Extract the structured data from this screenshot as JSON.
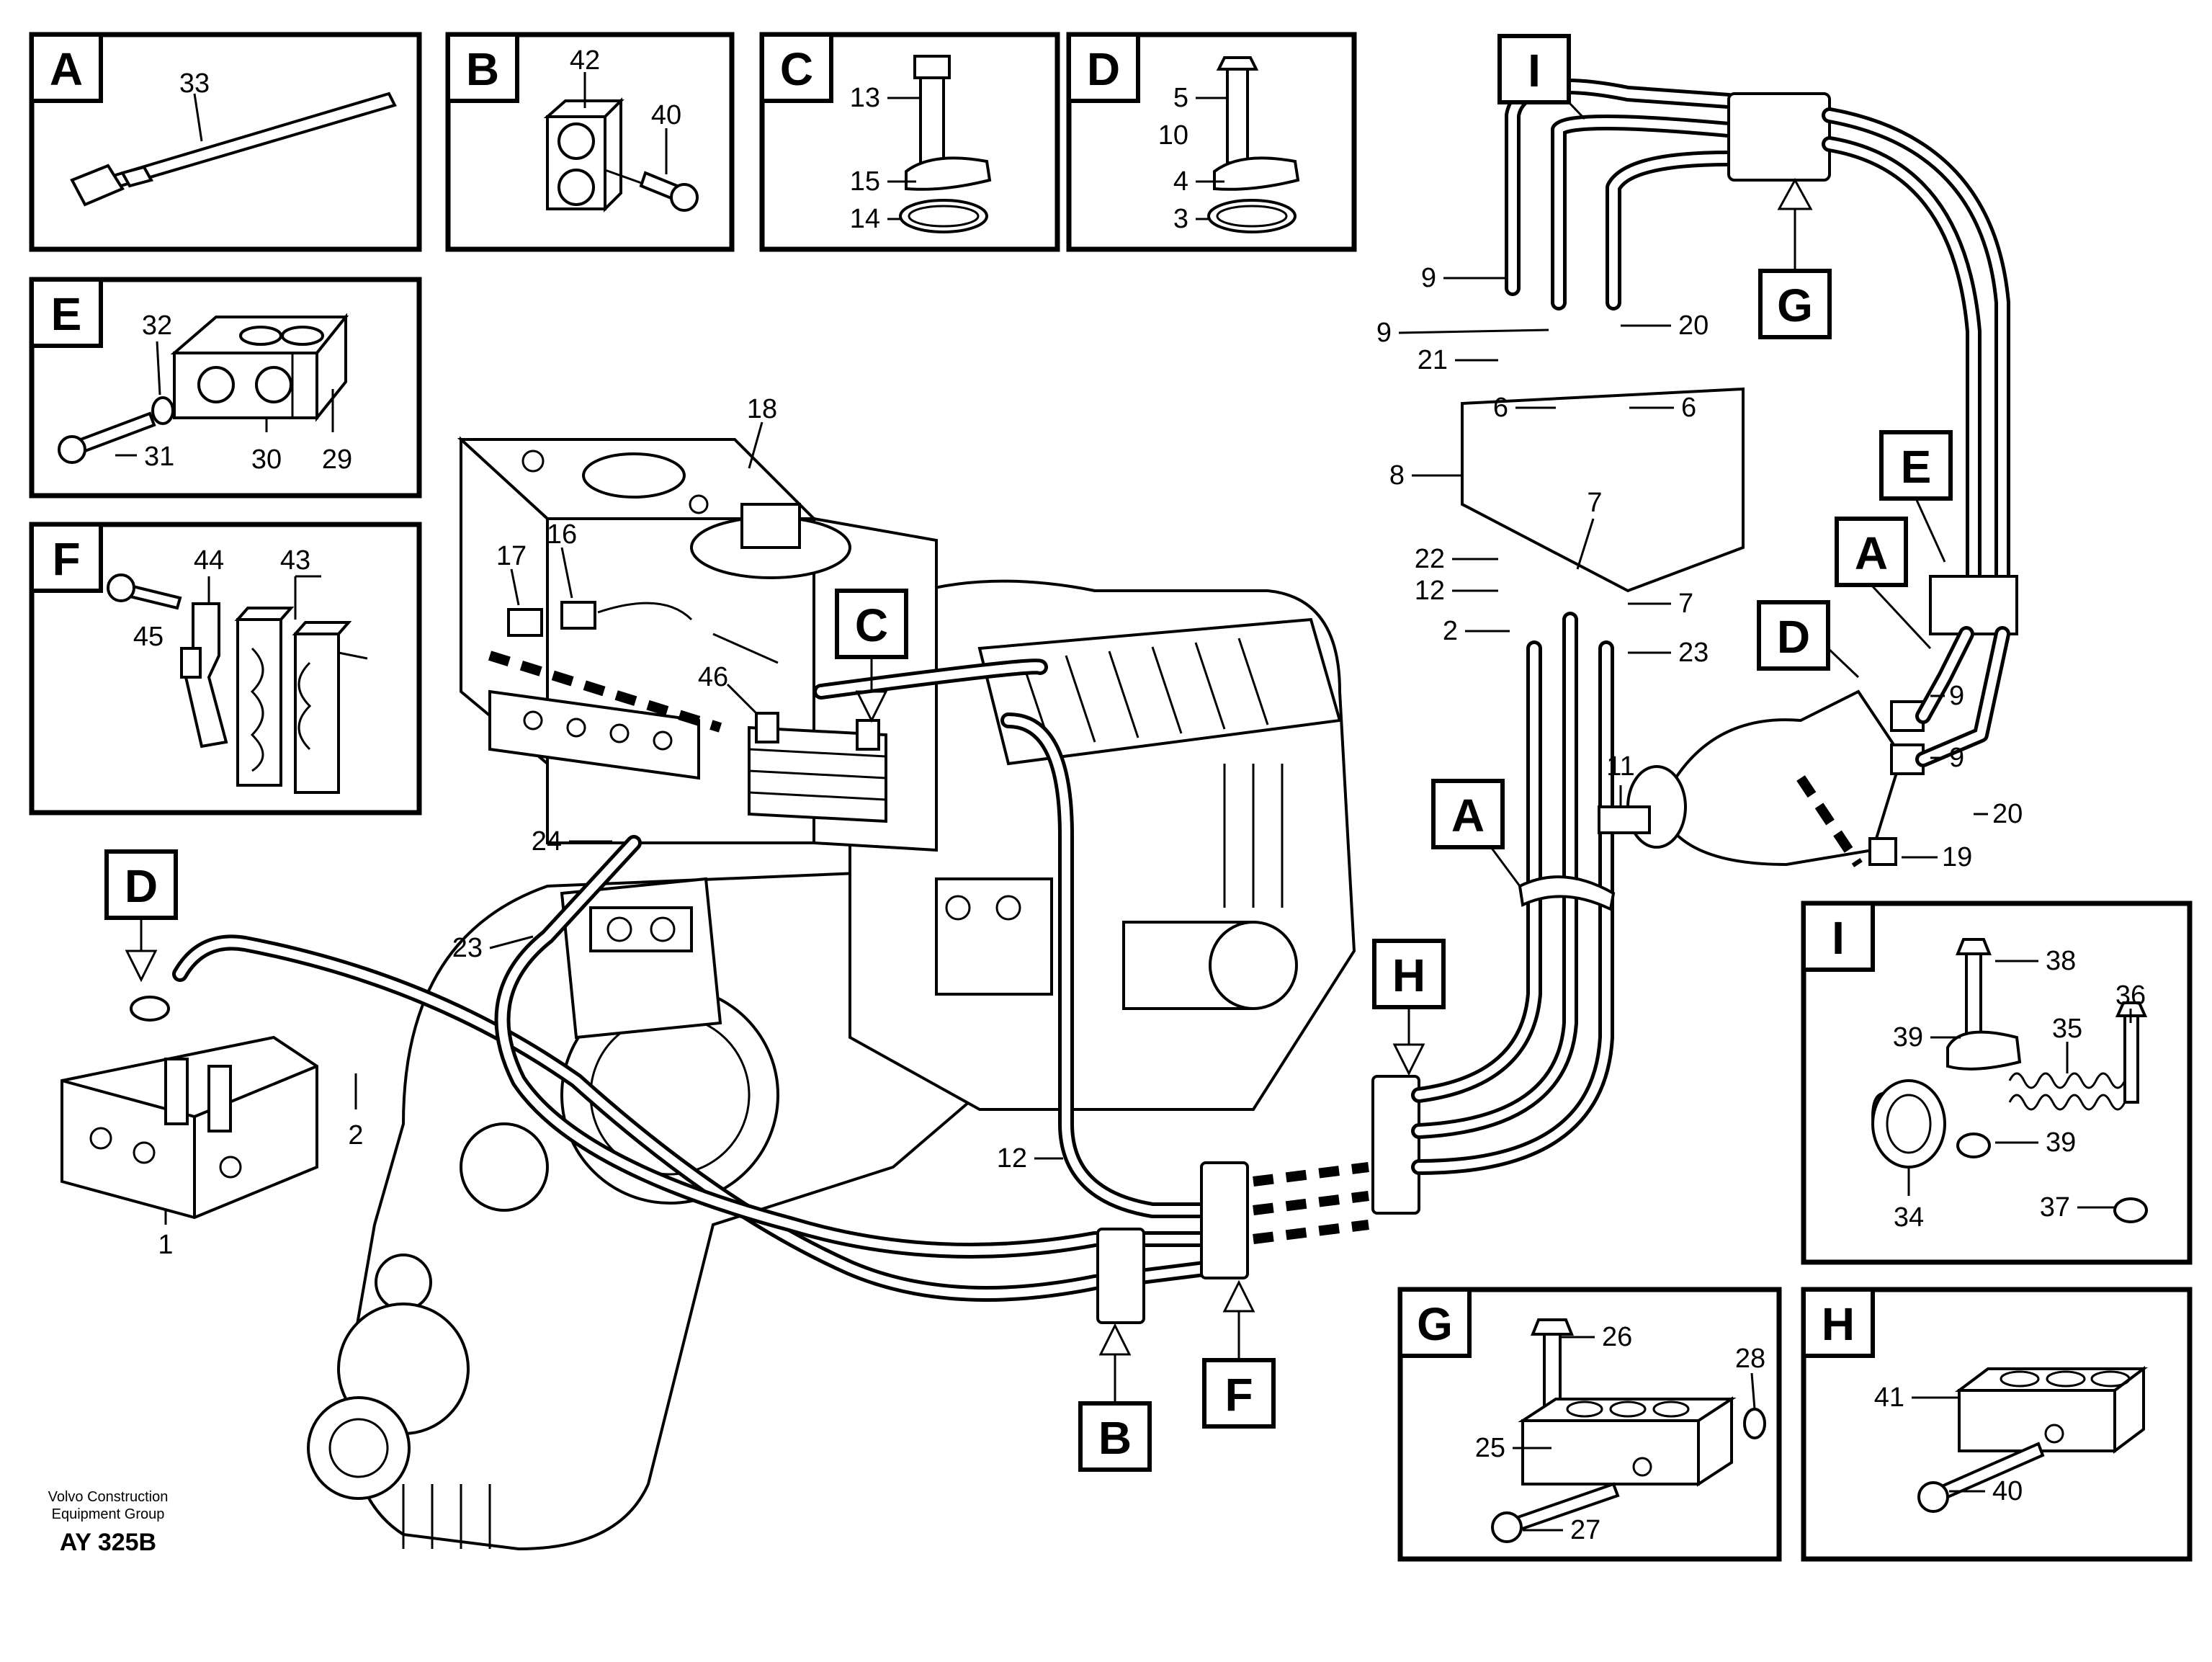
{
  "boxes": {
    "A": {
      "letter": "A",
      "labels": [
        "33"
      ]
    },
    "B": {
      "letter": "B",
      "labels": [
        "42",
        "40"
      ]
    },
    "C": {
      "letter": "C",
      "labels": [
        "13",
        "15",
        "14"
      ]
    },
    "D": {
      "letter": "D",
      "labels": [
        "5",
        "10",
        "4",
        "3"
      ]
    },
    "E": {
      "letter": "E",
      "labels": [
        "32",
        "31",
        "30",
        "29"
      ]
    },
    "F": {
      "letter": "F",
      "labels": [
        "44",
        "43",
        "45"
      ]
    },
    "G": {
      "letter": "G",
      "labels": [
        "26",
        "28",
        "25",
        "27"
      ]
    },
    "H": {
      "letter": "H",
      "labels": [
        "41",
        "40"
      ]
    },
    "I": {
      "letter": "I",
      "labels": [
        "38",
        "36",
        "39",
        "35",
        "39",
        "34",
        "37"
      ]
    }
  },
  "callouts": [
    "I",
    "G",
    "E",
    "A",
    "D",
    "C",
    "D",
    "A",
    "H",
    "B",
    "F"
  ],
  "main_labels": [
    "18",
    "17",
    "16",
    "46",
    "24",
    "23",
    "2",
    "1",
    "12",
    "9",
    "9",
    "20",
    "21",
    "6",
    "6",
    "8",
    "7",
    "22",
    "12",
    "7",
    "2",
    "23",
    "9",
    "9",
    "11",
    "20",
    "19"
  ],
  "footer": {
    "company_line1": "Volvo Construction",
    "company_line2": "Equipment Group",
    "code": "AY 325B"
  }
}
